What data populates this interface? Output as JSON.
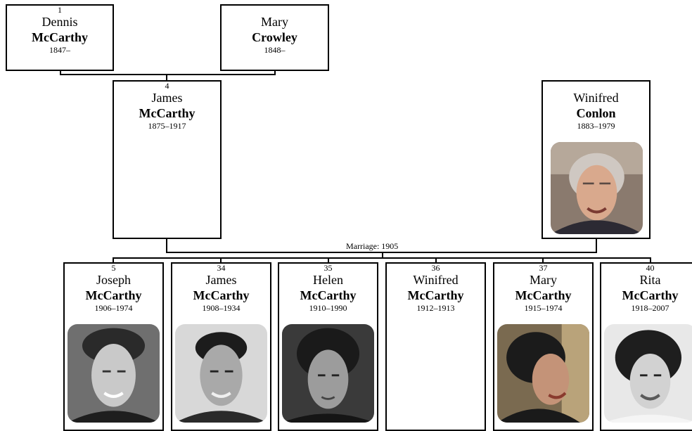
{
  "grandparents": [
    {
      "number": "1",
      "first": "Dennis",
      "last": "McCarthy",
      "dates": "1847–"
    },
    {
      "number": "",
      "first": "Mary",
      "last": "Crowley",
      "dates": "1848–"
    }
  ],
  "parents": [
    {
      "number": "4",
      "first": "James",
      "last": "McCarthy",
      "dates": "1875–1917"
    },
    {
      "number": "",
      "first": "Winifred",
      "last": "Conlon",
      "dates": "1883–1979",
      "photo": "portrait-photo"
    }
  ],
  "marriage_label": "Marriage: 1905",
  "children": [
    {
      "number": "5",
      "first": "Joseph",
      "last": "McCarthy",
      "dates": "1906–1974",
      "photo": "portrait-photo"
    },
    {
      "number": "34",
      "first": "James",
      "last": "McCarthy",
      "dates": "1908–1934",
      "photo": "portrait-photo"
    },
    {
      "number": "35",
      "first": "Helen",
      "last": "McCarthy",
      "dates": "1910–1990",
      "photo": "portrait-photo"
    },
    {
      "number": "36",
      "first": "Winifred",
      "last": "McCarthy",
      "dates": "1912–1913"
    },
    {
      "number": "37",
      "first": "Mary",
      "last": "McCarthy",
      "dates": "1915–1974",
      "photo": "portrait-photo"
    },
    {
      "number": "40",
      "first": "Rita",
      "last": "McCarthy",
      "dates": "1918–2007",
      "photo": "portrait-photo"
    }
  ]
}
